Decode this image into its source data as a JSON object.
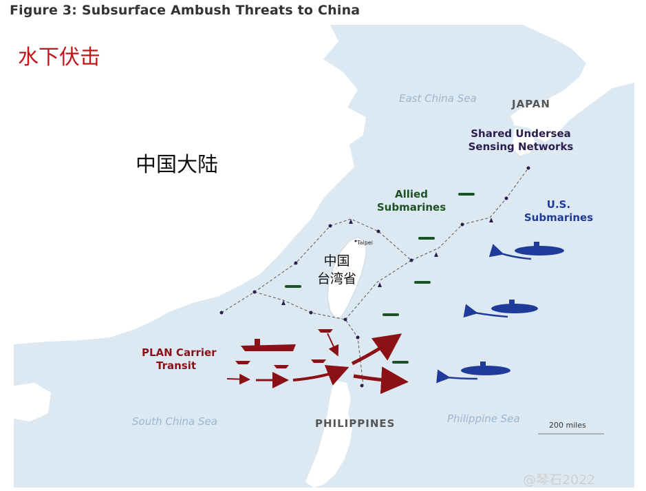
{
  "figure_title": "Figure 3: Subsurface Ambush Threats to China",
  "overlay_title": "水下伏击",
  "labels": {
    "mainland": "中国大陆",
    "taiwan_line1": "中国",
    "taiwan_line2": "台湾省",
    "taipei": "Taipei",
    "east_china_sea": "East China Sea",
    "south_china_sea": "South China Sea",
    "philippine_sea": "Philippine Sea",
    "japan": "JAPAN",
    "philippines": "PHILIPPINES",
    "shared_line1": "Shared Undersea",
    "shared_line2": "Sensing Networks",
    "allied_line1": "Allied",
    "allied_line2": "Submarines",
    "us_line1": "U.S.",
    "us_line2": "Submarines",
    "plan_line1": "PLAN Carrier",
    "plan_line2": "Transit",
    "scale": "200 miles"
  },
  "watermark": "@琴石2022",
  "colors": {
    "sea": "#dde9f2",
    "land": "#ffffff",
    "plan": "#8c1116",
    "allied": "#1d5224",
    "us": "#1f3b9a",
    "sensor": "#2b1d4e",
    "overlay_title": "#c0161a"
  }
}
